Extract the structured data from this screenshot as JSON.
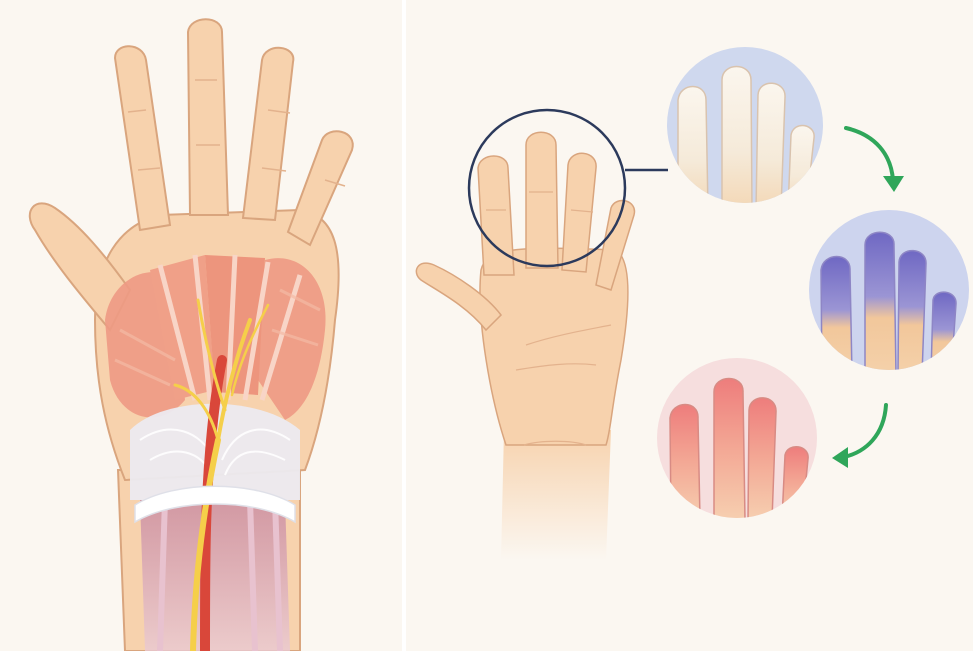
{
  "figure": {
    "left_panel": "wrist-anatomy",
    "right_panel": "finger-color-change",
    "sequence": [
      "white",
      "blue",
      "red"
    ]
  },
  "colors": {
    "background": "#fbf7f1",
    "skin": "#f7d2ad",
    "skin_outline": "#d9a57e",
    "muscle": "#ee8a72",
    "tendon": "#f2e4df",
    "nerve": "#f5cf4a",
    "artery": "#d9473a",
    "ligament": "#ffffff",
    "pale_fingers": "#f4ebdf",
    "blue_fingers": "#7f78c9",
    "red_fingers": "#ef8c8a",
    "arrow": "#2fa65a",
    "callout_circle": "#2c3a5c"
  },
  "icons": {
    "arrow": "curved-arrow-icon",
    "magnifier": "callout-circle"
  }
}
